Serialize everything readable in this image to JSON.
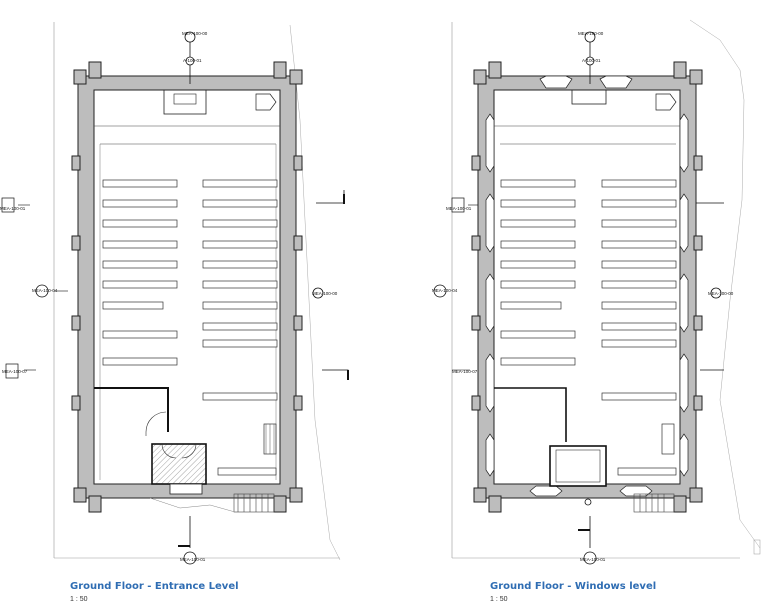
{
  "views": [
    {
      "title": "Ground Floor - Entrance Level",
      "scale": "1 : 50",
      "section_tags": {
        "top": "MEA-100-00",
        "top_inner": "A-100-01",
        "left_upper": "MEA-100-01",
        "left_mid": "MEA-100-04",
        "left_lower": "MEA-100-07",
        "right_mid": "MEA-100-00",
        "bottom": "MEA-100-01"
      }
    },
    {
      "title": "Ground Floor - Windows level",
      "scale": "1 : 50",
      "section_tags": {
        "top": "MEA-100-00",
        "top_inner": "A-100-01",
        "left_upper": "MEA-100-01",
        "left_mid": "MEA-100-04",
        "left_lower": "MEA-100-07",
        "right_mid": "MEA-100-00",
        "bottom": "MEA-100-01"
      }
    }
  ],
  "colors": {
    "wall_fill": "#bdbdbd",
    "line": "#222222",
    "caption_blue": "#2f6db3"
  }
}
